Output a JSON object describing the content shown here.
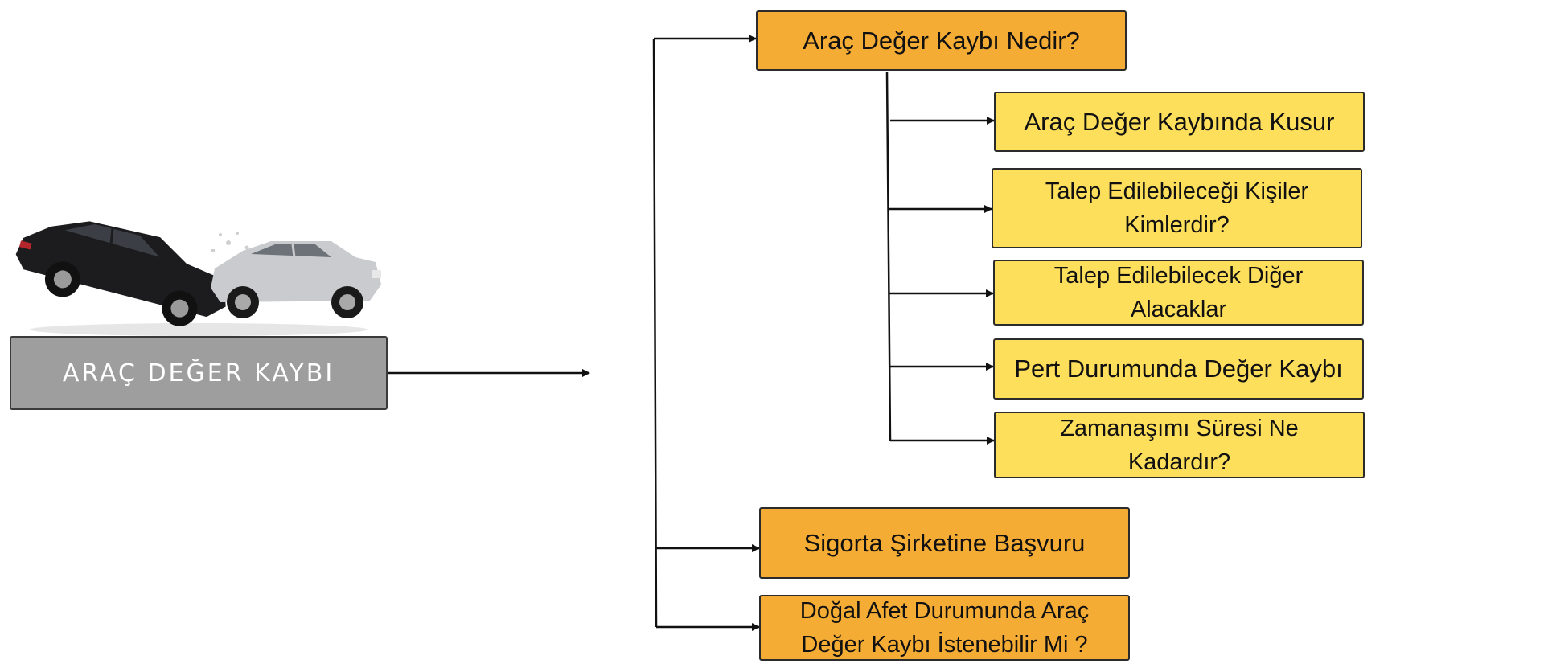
{
  "title": "ARAÇ DEĞER KAYBI",
  "colors": {
    "root_fill": "#9e9e9e",
    "level1_fill": "#f5ac35",
    "level2_fill": "#fedf5c",
    "line": "#111111"
  },
  "image": {
    "icon": "car-crash-icon"
  },
  "main_topics": [
    "Araç Değer Kaybı Nedir?",
    "Sigorta Şirketine Başvuru",
    "Doğal Afet Durumunda Araç Değer Kaybı İstenebilir Mi ?"
  ],
  "subtopics": [
    "Araç Değer Kaybında Kusur",
    "Talep Edilebileceği Kişiler Kimlerdir?",
    "Talep Edilebilecek Diğer Alacaklar",
    "Pert Durumunda Değer Kaybı",
    "Zamanaşımı Süresi Ne Kadardır?"
  ]
}
